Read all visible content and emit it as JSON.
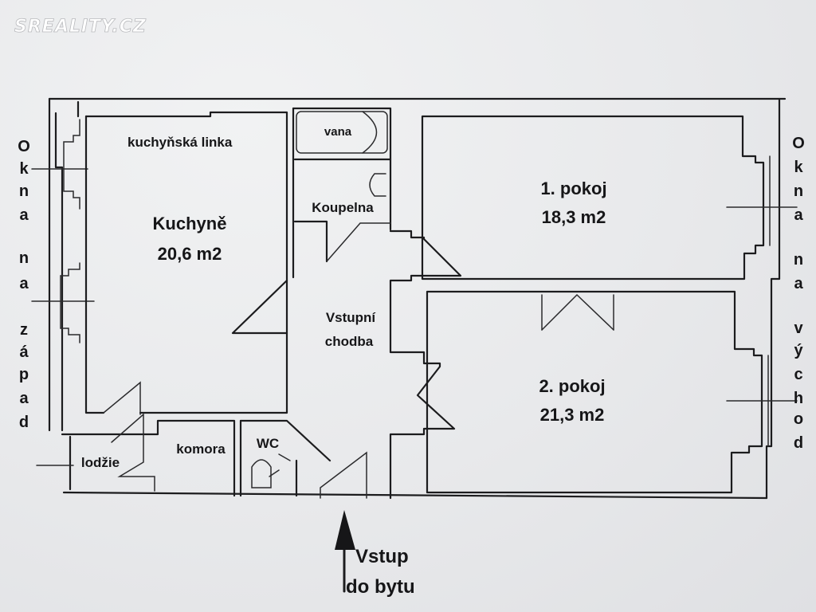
{
  "watermark": "SREALITY.CZ",
  "rooms": {
    "kitchen": {
      "name": "Kuchyně",
      "area": "20,6 m2"
    },
    "kitchen_counter": "kuchyňská linka",
    "bathtub": "vana",
    "bathroom": "Koupelna",
    "hallway": {
      "line1": "Vstupní",
      "line2": "chodba"
    },
    "room1": {
      "name": "1. pokoj",
      "area": "18,3 m2"
    },
    "room2": {
      "name": "2. pokoj",
      "area": "21,3 m2"
    },
    "pantry": "komora",
    "wc": "WC",
    "loggia": "lodžie"
  },
  "entrance": {
    "line1": "Vstup",
    "line2": "do bytu"
  },
  "windows_west": [
    "O",
    "k",
    "n",
    "a",
    "n",
    "a",
    "z",
    "á",
    "p",
    "a",
    "d"
  ],
  "windows_east": [
    "O",
    "k",
    "n",
    "a",
    "n",
    "a",
    "v",
    "ý",
    "c",
    "h",
    "o",
    "d"
  ]
}
